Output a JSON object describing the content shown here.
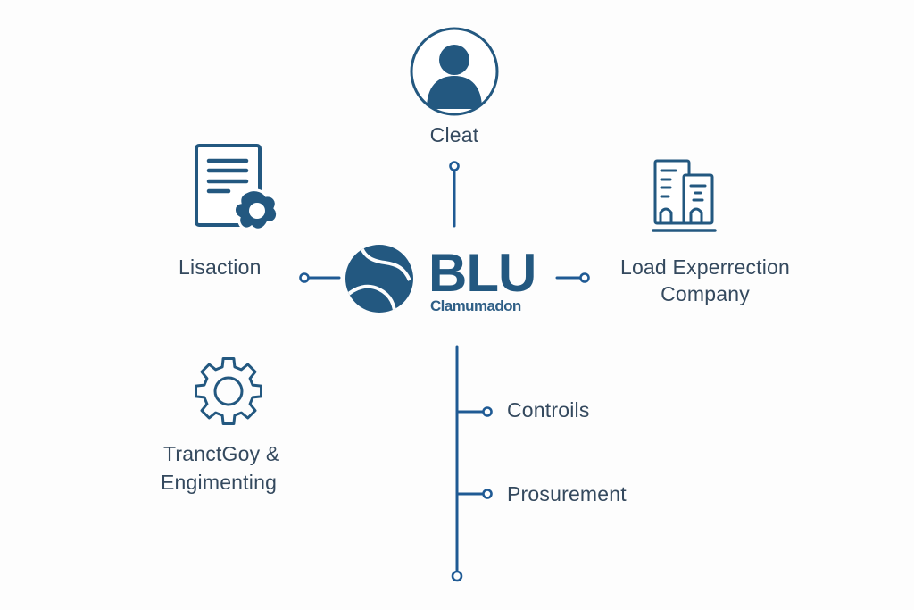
{
  "diagram": {
    "colors": {
      "primary": "#235880",
      "line": "#1f5a94",
      "text": "#34495e",
      "background": "#fdfdfd"
    },
    "center": {
      "brand": "BLU",
      "subtitle": "Clamumadon",
      "logo_icon": "sphere-swoosh-logo-icon"
    },
    "nodes": {
      "top": {
        "label": "Cleat",
        "icon": "user-avatar-icon"
      },
      "left": {
        "label": "Lisaction",
        "icon": "document-badge-icon"
      },
      "right": {
        "line1": "Load Experrection",
        "line2": "Company",
        "icon": "buildings-icon"
      },
      "bottom_left": {
        "line1": "TranctGoy &",
        "line2": "Engimenting",
        "icon": "gear-icon"
      },
      "branch_1": {
        "label": "Controils"
      },
      "branch_2": {
        "label": "Prosurement"
      }
    }
  }
}
